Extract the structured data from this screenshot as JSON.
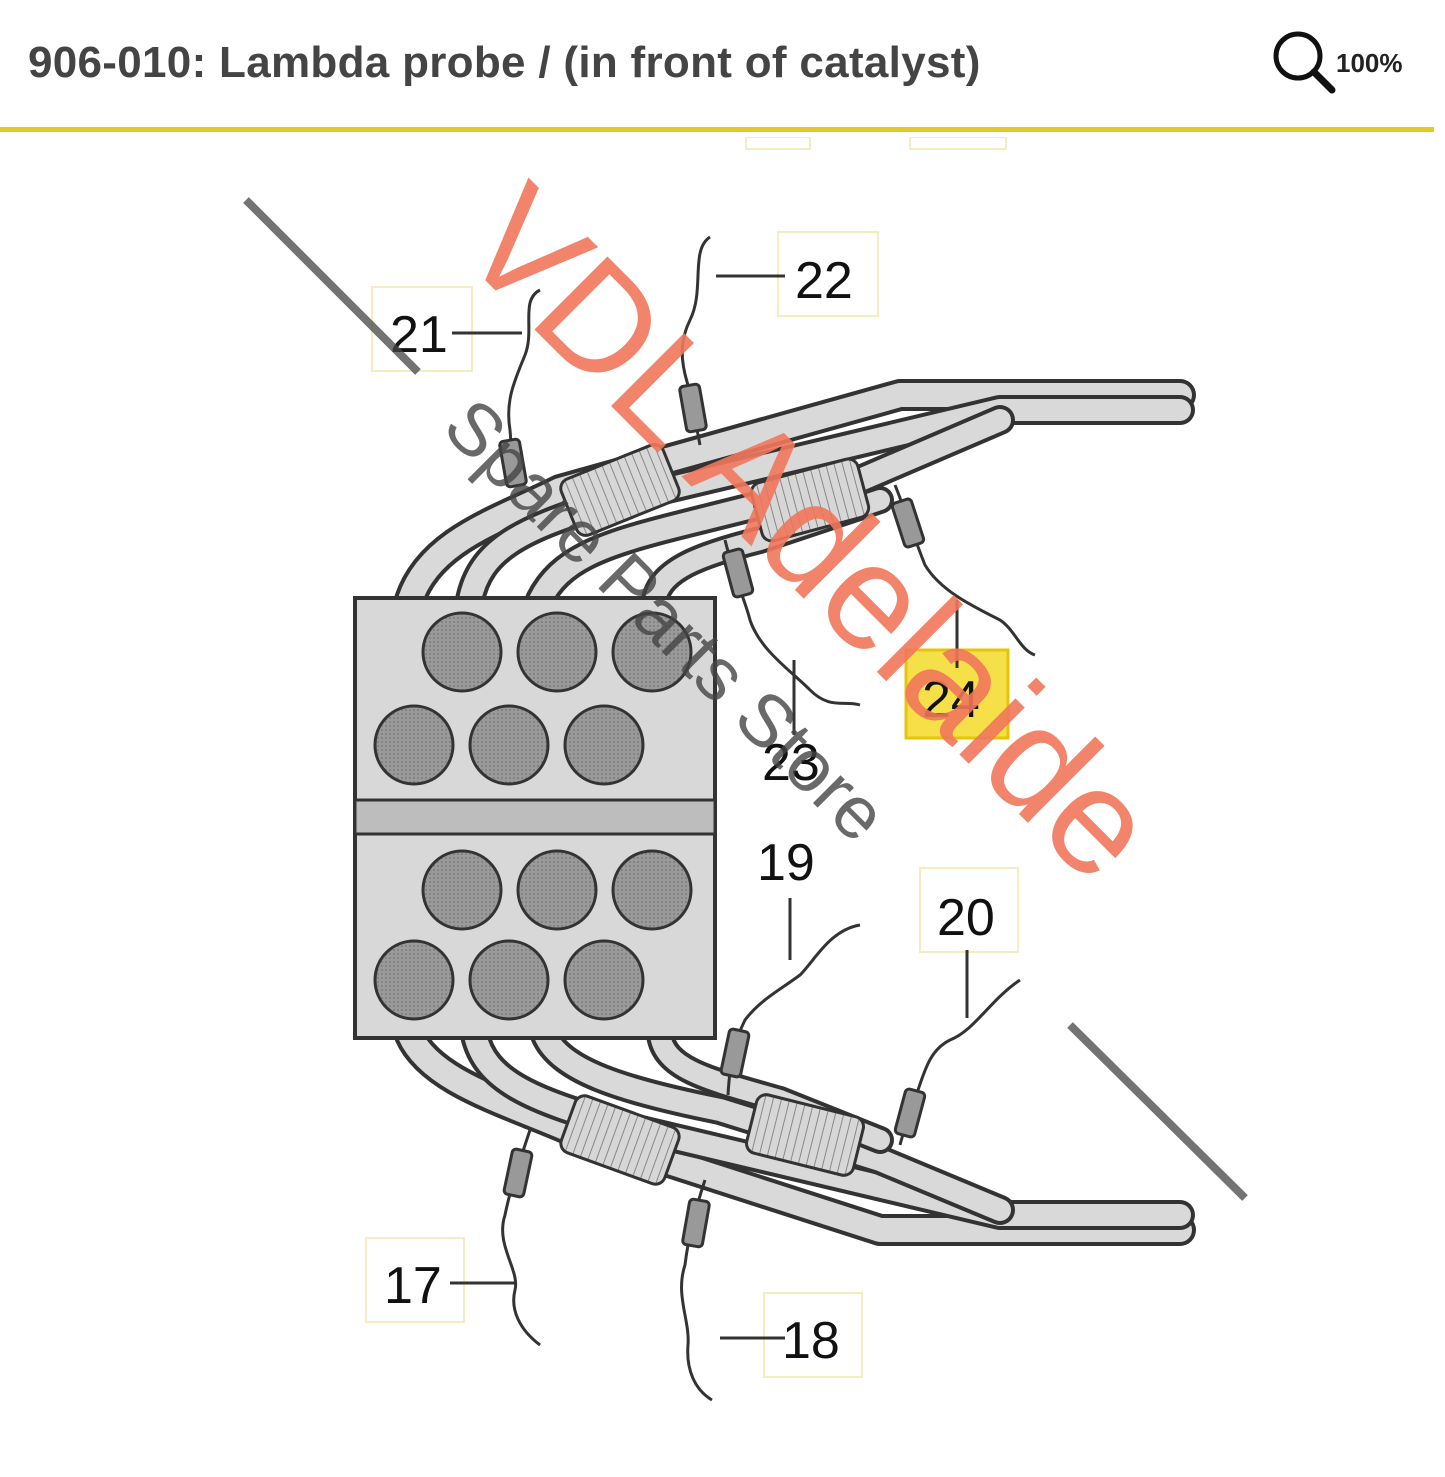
{
  "header": {
    "title": "906-010: Lambda probe / (in front of catalyst)",
    "zoom_label": "100%",
    "accent_color": "#e2c92b"
  },
  "diagram": {
    "callouts": [
      "21",
      "22",
      "23",
      "24",
      "19",
      "20",
      "17",
      "18"
    ],
    "highlighted_callout": "24",
    "highlight_color": "#f5e04a"
  },
  "watermark": {
    "line1": "VDL Adelaide",
    "line2": "Spare Parts Store"
  }
}
